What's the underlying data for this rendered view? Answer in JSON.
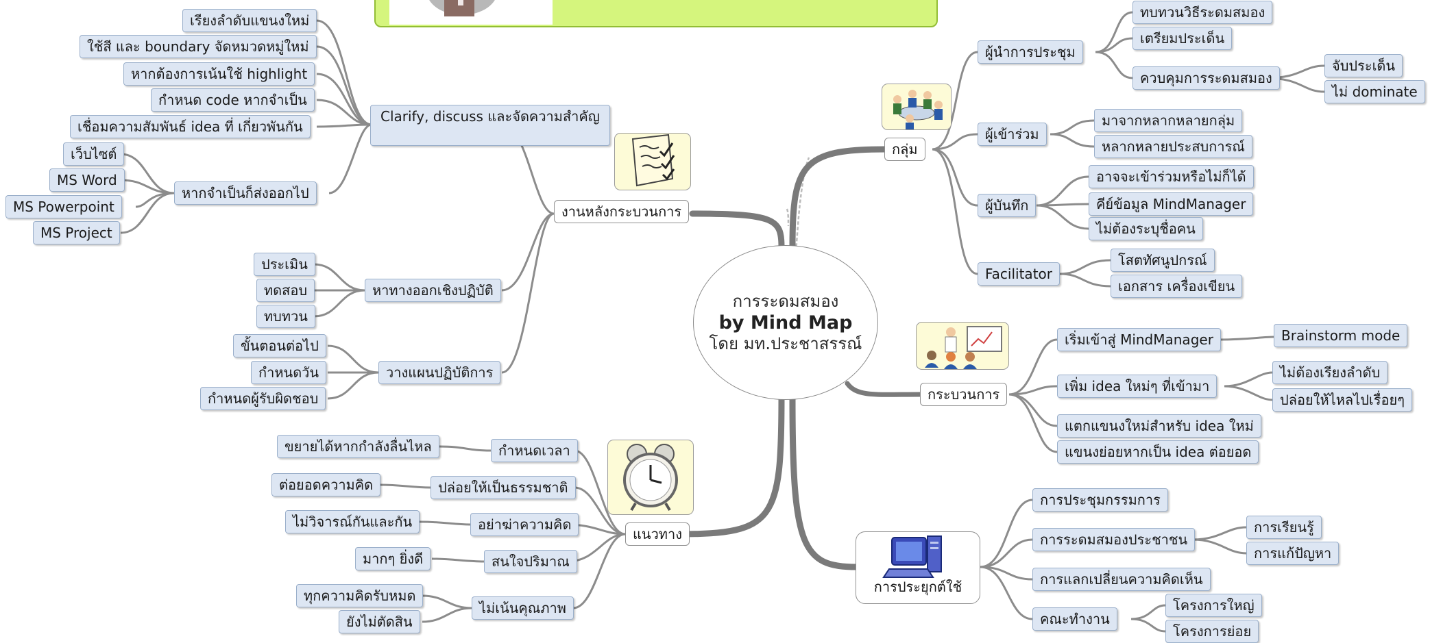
{
  "center": {
    "line1": "การระดมสมอง",
    "line2": "by Mind Map",
    "line3": "โดย มท.ประชาสรรณ์"
  },
  "colors": {
    "node_fill": "#dde6f3",
    "node_border": "#9aafca",
    "line": "#8c8c8c",
    "banner": "#d5f57d",
    "callout": "#fdfbd7"
  },
  "icons": {
    "banner": "photo-banner",
    "meeting": "meeting-people-icon",
    "checklist": "checklist-paper-icon",
    "presenter": "presentation-icon",
    "clock": "alarm-clock-icon",
    "computer": "computer-icon"
  },
  "branches": {
    "after_process": {
      "label": "งานหลังกระบวนการ",
      "clarify": {
        "label": "Clarify,  discuss และจัดความสำคัญ",
        "items": [
          "เรียงลำดับแขนงใหม่",
          "ใช้สี และ boundary จัดหมวดหมู่ใหม่",
          "หากต้องการเน้นใช้ highlight",
          "กำหนด code หากจำเป็น",
          "เชื่อมความสัมพันธ์ idea ที่ เกี่ยวพันกัน"
        ],
        "export": {
          "label": "หากจำเป็นก็ส่งออกไป",
          "items": [
            "เว็บไซต์",
            "MS Word",
            "MS Powerpoint",
            "MS Project"
          ]
        }
      },
      "practical": {
        "label": "หาทางออกเชิงปฏิบัติ",
        "items": [
          "ประเมิน",
          "ทดสอบ",
          "ทบทวน"
        ]
      },
      "plan": {
        "label": "วางแผนปฏิบัติการ",
        "items": [
          "ขั้นตอนต่อไป",
          "กำหนดวัน",
          "กำหนดผู้รับผิดชอบ"
        ]
      }
    },
    "guidelines": {
      "label": "แนวทาง",
      "items": [
        {
          "label": "กำหนดเวลา",
          "children": [
            "ขยายได้หากกำลังลื่นไหล"
          ]
        },
        {
          "label": "ปล่อยให้เป็นธรรมชาติ",
          "children": [
            "ต่อยอดความคิด"
          ]
        },
        {
          "label": "อย่าฆ่าความคิด",
          "children": [
            "ไม่วิจารณ์กันและกัน"
          ]
        },
        {
          "label": "สนใจปริมาณ",
          "children": [
            "มากๆ ยิ่งดี"
          ]
        },
        {
          "label": "ไม่เน้นคุณภาพ",
          "children": [
            "ทุกความคิดรับหมด",
            "ยังไม่ตัดสิน"
          ]
        }
      ]
    },
    "group": {
      "label": "กลุ่ม",
      "leader": {
        "label": "ผู้นำการประชุม",
        "items": [
          "ทบทวนวิธีระดมสมอง",
          "เตรียมประเด็น",
          "ควบคุมการระดมสมอง"
        ],
        "control_items": [
          "จับประเด็น",
          "ไม่ dominate"
        ]
      },
      "participants": {
        "label": "ผู้เข้าร่วม",
        "items": [
          "มาจากหลากหลายกลุ่ม",
          "หลากหลายประสบการณ์"
        ]
      },
      "recorder": {
        "label": "ผู้บันทึก",
        "items": [
          "อาจจะเข้าร่วมหรือไม่ก็ได้",
          "คีย์ข้อมูล MindManager",
          "ไม่ต้องระบุชื่อคน"
        ]
      },
      "facilitator": {
        "label": "Facilitator",
        "items": [
          "โสตทัศนูปกรณ์",
          "เอกสาร เครื่องเขียน"
        ]
      }
    },
    "process": {
      "label": "กระบวนการ",
      "enter": {
        "label": "เริ่มเข้าสู่ MindManager",
        "child": "Brainstorm mode"
      },
      "add": {
        "label": "เพิ่ม idea ใหม่ๆ ที่เข้ามา",
        "children": [
          "ไม่ต้องเรียงลำดับ",
          "ปล่อยให้ไหลไปเรื่อยๆ"
        ]
      },
      "new_branch": "แตกแขนงใหม่สำหรับ idea ใหม่",
      "sub_branch": "แขนงย่อยหากเป็น idea ต่อยอด"
    },
    "application": {
      "label": "การประยุกต์ใช้",
      "items": [
        {
          "label": "การประชุมกรรมการ",
          "children": []
        },
        {
          "label": "การระดมสมองประชาชน",
          "children": [
            "การเรียนรู้",
            "การแก้ปัญหา"
          ]
        },
        {
          "label": "การแลกเปลี่ยนความคิดเห็น",
          "children": []
        },
        {
          "label": "คณะทำงาน",
          "children": [
            "โครงการใหญ่",
            "โครงการย่อย"
          ]
        }
      ]
    }
  }
}
